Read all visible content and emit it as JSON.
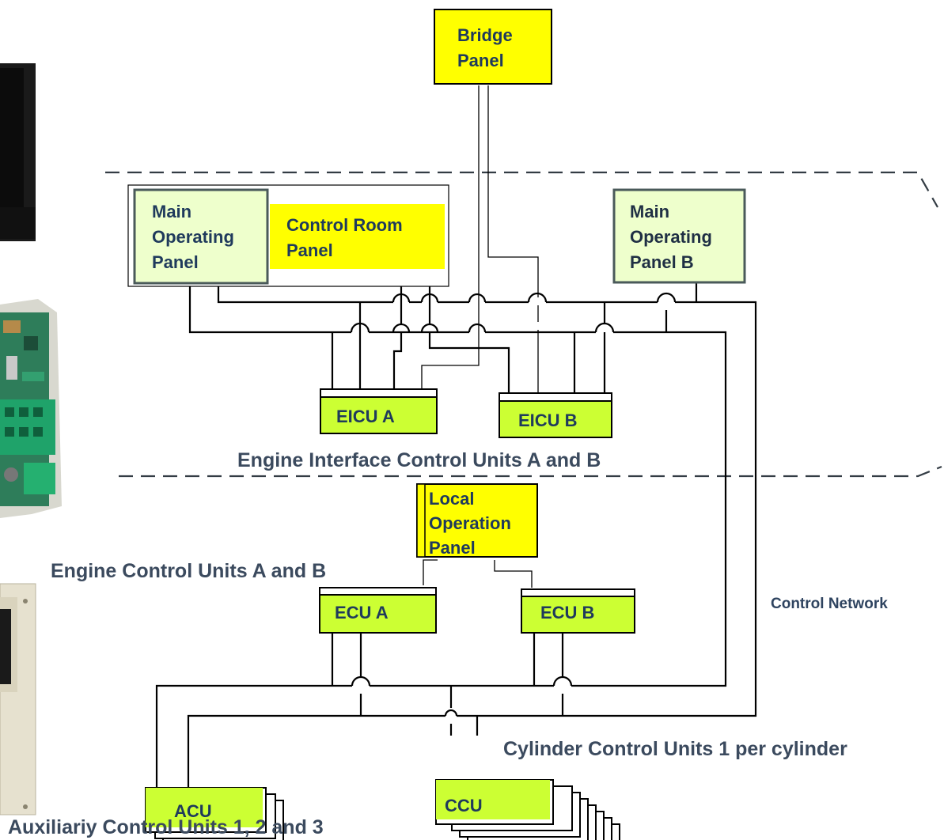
{
  "boxes": {
    "bridge_panel": [
      "Bridge",
      "Panel"
    ],
    "main_operating_panel": [
      "Main",
      "Operating",
      "Panel"
    ],
    "control_room_panel": [
      "Control Room",
      "Panel"
    ],
    "main_operating_panel_b": [
      "Main",
      "Operating",
      "Panel B"
    ],
    "eicu_a": "EICU A",
    "eicu_b": "EICU B",
    "local_operation_panel": [
      "Local",
      "Operation",
      "Panel"
    ],
    "ecu_a": "ECU A",
    "ecu_b": "ECU B",
    "acu": "ACU",
    "ccu": "CCU"
  },
  "captions": {
    "eicu": "Engine Interface Control Units A and B",
    "ecu": "Engine Control Units A and B",
    "control_network": "Control Network",
    "ccu": "Cylinder Control Units 1 per cylinder",
    "acu": "Auxiliariy Control Units 1, 2 and 3"
  },
  "colors": {
    "yellow_panel": "#ffff00",
    "light_green_panel": "#eeffcc",
    "green_unit": "#ccff33",
    "text": "#1f3a5c",
    "dashed_boundary": "#333c44"
  },
  "photos": [
    "display-unit-photo",
    "circuit-board-photo",
    "cabinet-photo"
  ]
}
